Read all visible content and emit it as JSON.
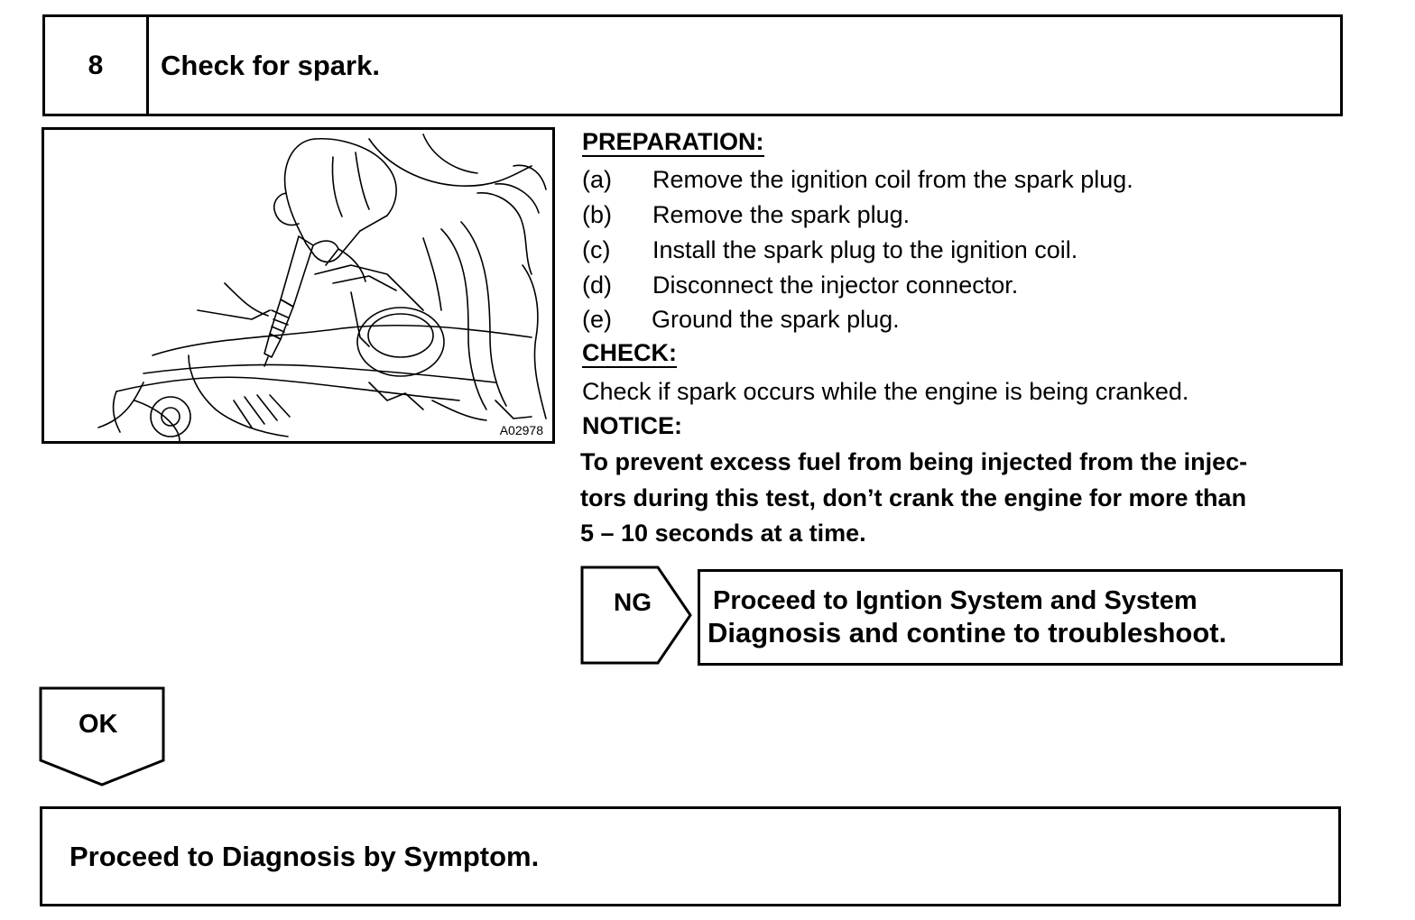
{
  "step": {
    "number": "8",
    "title": "Check for spark."
  },
  "figure": {
    "code": "A02978"
  },
  "preparation": {
    "heading": "PREPARATION:",
    "items": [
      {
        "label": "(a)",
        "text": "Remove the ignition coil from the spark plug."
      },
      {
        "label": "(b)",
        "text": "Remove the spark plug."
      },
      {
        "label": "(c)",
        "text": "Install the spark plug to the ignition coil."
      },
      {
        "label": "(d)",
        "text": "Disconnect the injector connector."
      },
      {
        "label": "(e)",
        "text": "Ground the spark plug."
      }
    ]
  },
  "check": {
    "heading": "CHECK:",
    "text": "Check if spark occurs while the engine is being cranked."
  },
  "notice": {
    "heading": "NOTICE:",
    "lines": [
      "To prevent excess fuel from being injected from the injec-",
      "tors during this test, don’t crank the engine for more than",
      "5 – 10 seconds at a time."
    ]
  },
  "ng": {
    "label": "NG",
    "line1": "Proceed to Igntion System and System",
    "line2": "Diagnosis and contine to troubleshoot."
  },
  "ok": {
    "label": "OK"
  },
  "final": {
    "text": "Proceed to Diagnosis by Symptom."
  }
}
